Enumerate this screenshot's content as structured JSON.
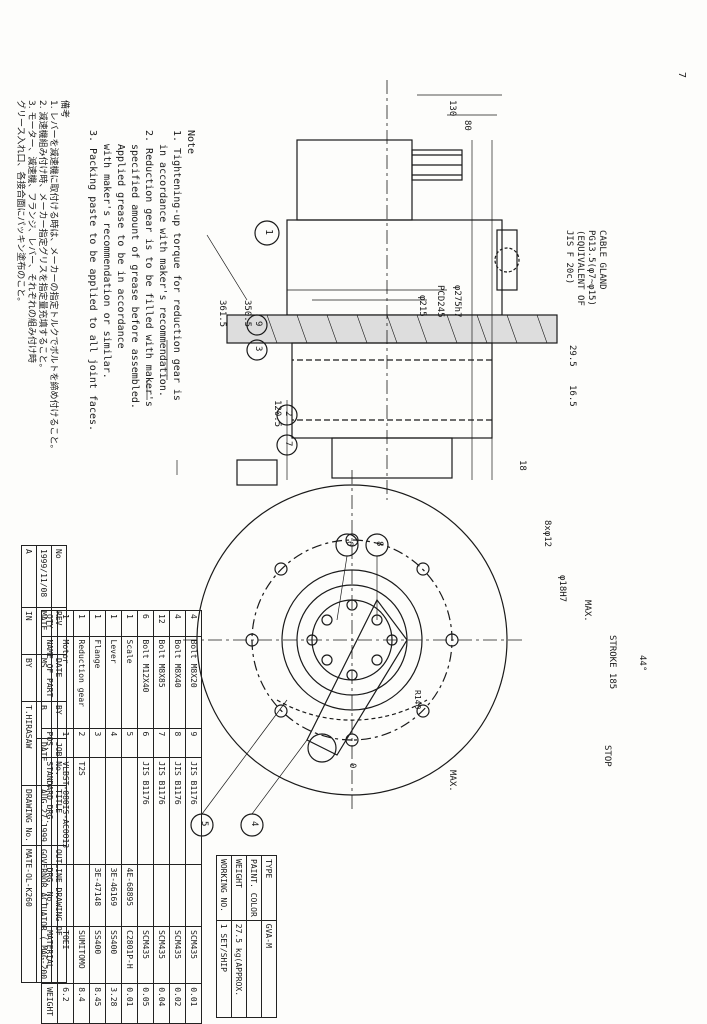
{
  "notes": {
    "heading": "Note",
    "n1a": "1. Tightening-up torque for reduction gear is",
    "n1b": "in accordance with maker's recommendation.",
    "n2a": "2. Reduction gear is to be filled with maker's",
    "n2b": "specified amount of grease before assembled.",
    "n2c": "Applied grease to be in accordance",
    "n2d": "with maker's recommendation or similar.",
    "n3": "3. Packing paste to be applied to all joint faces.",
    "jp_heading": "備考",
    "jp1": "1. レバーを減速機に取付ける時は、メーカーの指定トルクでボルトを締め付けること。",
    "jp2": "2. 減速機組み付け時、メーカー指定グリスを指定量充填すること。",
    "jp3": "3. モーター、減速機、フランジ、レバー、それぞれの組み付け時",
    "jp4": "グリース入れ口、各接合面にパッキン塗布のこと。"
  },
  "side_view": {
    "dim_130": "130",
    "dim_80": "80",
    "dim_275": "φ275h7",
    "dim_pcd": "PCD245",
    "dim_215": "φ215",
    "dim_3615": "361.5",
    "dim_3505": "350.5",
    "dim_1205": "120.5",
    "dim_295": "29.5",
    "dim_165": "16.5",
    "dim_18": "18",
    "cable1": "CABLE GLAND",
    "cable2": "PG13.5(φ7~φ15)",
    "cable3": "(EQUIVALENT OF",
    "cable4": "JIS F 20c)",
    "bubbles": [
      "1",
      "9",
      "3",
      "2",
      "7"
    ]
  },
  "top_view": {
    "holes": "8xφ12",
    "pin": "φ18H7",
    "max1": "MAX.",
    "max2": "MAX.",
    "stroke": "STROKE 185",
    "angle": "44°",
    "stop": "STOP",
    "zero": "0",
    "r140": "R140",
    "bubbles": [
      "8",
      "6",
      "4",
      "5"
    ]
  },
  "info_table": [
    {
      "label": "TYPE",
      "value": "GVA-M"
    },
    {
      "label": "PAINT. COLOR",
      "value": ""
    },
    {
      "label": "WEIGHT",
      "value": "27.5 kg(APPROX."
    },
    {
      "label": "WORKING NO.",
      "value": "1 SET/SHIP"
    }
  ],
  "parts_header": [
    "QTY",
    "NAME OF PART",
    "POS.",
    "STANDARD DRG.",
    "DRG. No.",
    "MATERIAL",
    "WEIGHT"
  ],
  "parts": [
    [
      "4",
      "Bolt M8X20",
      "9",
      "JIS B1176",
      "",
      "SCM435",
      "0.01"
    ],
    [
      "4",
      "Bolt M8X40",
      "8",
      "JIS B1176",
      "",
      "SCM435",
      "0.02"
    ],
    [
      "12",
      "Bolt M8X85",
      "7",
      "JIS B1176",
      "",
      "SCM435",
      "0.04"
    ],
    [
      "6",
      "Bolt M12X40",
      "6",
      "JIS B1176",
      "",
      "SCM435",
      "0.05"
    ],
    [
      "1",
      "Scale",
      "5",
      "",
      "4E-68895",
      "C2801P-H",
      "0.01"
    ],
    [
      "1",
      "Lever",
      "4",
      "",
      "3E-46169",
      "SS400",
      "3.28"
    ],
    [
      "1",
      "Flange",
      "3",
      "",
      "3E-47148",
      "SS400",
      "8.45"
    ],
    [
      "1",
      "Reduction gear",
      "2",
      "T2S",
      "",
      "SUMITOMO",
      "8.4"
    ],
    [
      "1",
      "Motor",
      "1",
      "VLBST-080IS-ACOO13",
      "",
      "TOEI",
      "6.2"
    ]
  ],
  "title_block": {
    "title_label": "TITLE",
    "title1": "OUTLINE DRAWING OF",
    "title2": "GOVERNOR ACTUATOR ( MAG-200",
    "date_label": "DATE",
    "date": "AUG.27.1999",
    "by_label": "BY",
    "by": "T.HIRASAW",
    "drawing_label": "DRAWING No.",
    "drawing_no": "MATE-OL-K260",
    "rev_label": "REV",
    "rev_letter": "A",
    "job_label": "JOB No.",
    "rev_no_label": "No",
    "rev_date": "1999/11/08",
    "mate_label": "MATE",
    "date_col": "DATE",
    "by_col": "BY",
    "rev_by": "B",
    "ms_label": "MS",
    "in_label": "IN"
  },
  "stray_marks": {
    "top_mark": "7"
  }
}
